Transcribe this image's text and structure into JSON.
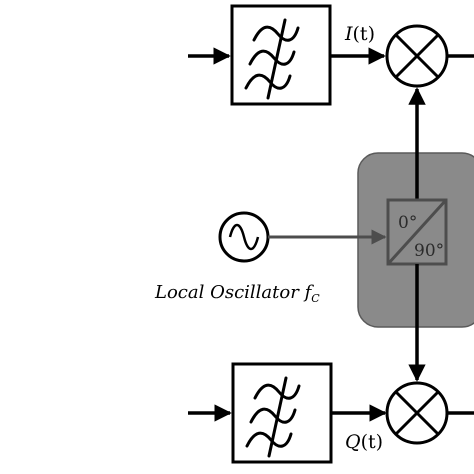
{
  "signals": {
    "i_name": "I",
    "i_arg": "(t)",
    "q_name": "Q",
    "q_arg": "(t)"
  },
  "oscillator": {
    "label": "Local Oscillator ",
    "freq_symbol": "f",
    "freq_subscript": "C"
  },
  "phase_shifter": {
    "top": "0°",
    "bottom": "90°"
  },
  "colors": {
    "line": "#000000",
    "shaded_region": "#8a8a8a",
    "shaded_border": "#5a5a5a",
    "shifter_stroke": "#4d4d4d",
    "shifter_text": "#2b2b2b",
    "background": "#ffffff"
  },
  "icons": {
    "filter": "band-pass-filter-icon",
    "mixer": "multiplier-cross-circle-icon",
    "oscillator": "sine-wave-source-icon"
  }
}
